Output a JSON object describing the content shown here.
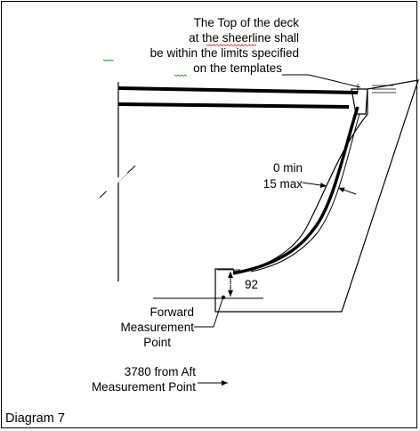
{
  "diagram": {
    "note_lines": [
      "The Top of the deck",
      "at the sheerline shall",
      "be within the limits specified",
      "on the templates"
    ],
    "thickness_labels": [
      "0 min",
      "15 max"
    ],
    "dimension_label": "92",
    "forward_point_lines": [
      "Forward",
      "Measurement",
      "Point"
    ],
    "aft_reference_lines": [
      "3780 from Aft",
      "Measurement Point"
    ],
    "caption": "Diagram 7"
  }
}
